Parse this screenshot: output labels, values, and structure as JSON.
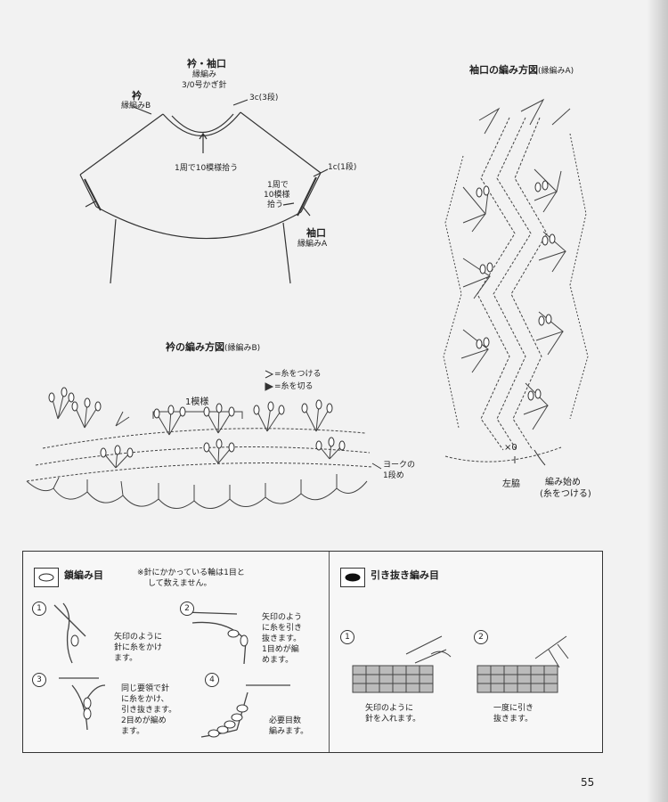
{
  "overview": {
    "collar_cuff_title": "衿・袖口",
    "collar_cuff_stitch": "縁編み",
    "collar_cuff_hook": "3/0号かぎ針",
    "collar_label": "衿",
    "collar_stitch": "縁編みB",
    "collar_rounds": "3c(3段)",
    "pickup_collar": "1周で10模様拾う",
    "cuff_rounds": "1c(1段)",
    "pickup_cuff": [
      "1周で",
      "10模様",
      "拾う"
    ],
    "cuff_label": "袖口",
    "cuff_stitch": "縁編みA"
  },
  "cuff_diagram": {
    "title": "袖口の編み方図",
    "subtitle": "(縁編みA)",
    "side_label": "左脇",
    "start_label": "編み始め",
    "start_note": "(糸をつける)",
    "mark": "×0"
  },
  "collar_diagram": {
    "title": "衿の編み方図",
    "subtitle": "(縁編みB)",
    "legend_attach": "=糸をつける",
    "legend_cut": "=糸を切る",
    "repeat_label": "1模様",
    "yoke_label": [
      "ヨークの",
      "1段め"
    ]
  },
  "chain_stitch": {
    "title": "鎖編み目",
    "note": [
      "※針にかかっている輪は1目と",
      "して数えません。"
    ],
    "steps": [
      {
        "num": "1",
        "text": [
          "矢印のように",
          "針に糸をかけ",
          "ます。"
        ]
      },
      {
        "num": "2",
        "text": [
          "矢印のよう",
          "に糸を引き",
          "抜きます。",
          "1目めが編",
          "めます。"
        ]
      },
      {
        "num": "3",
        "text": [
          "同じ要領で針",
          "に糸をかけ、",
          "引き抜きます。",
          "2目めが編め",
          "ます。"
        ]
      },
      {
        "num": "4",
        "text": [
          "必要目数",
          "編みます。"
        ]
      }
    ]
  },
  "slip_stitch": {
    "title": "引き抜き編み目",
    "steps": [
      {
        "num": "1",
        "text": [
          "矢印のように",
          "針を入れます。"
        ]
      },
      {
        "num": "2",
        "text": [
          "一度に引き",
          "抜きます。"
        ]
      }
    ]
  },
  "page_number": "55"
}
